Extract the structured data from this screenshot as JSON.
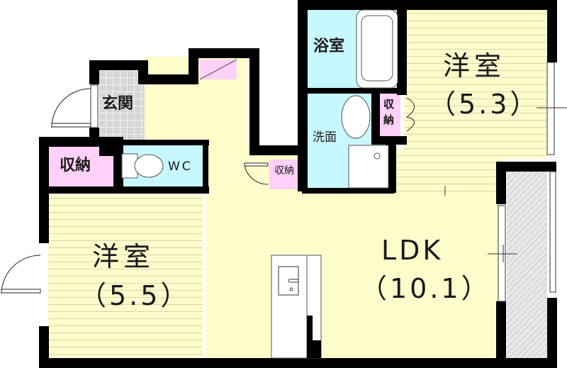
{
  "floor_plan": {
    "colors": {
      "wall": "#000000",
      "wood_floor": "#fffccc",
      "wood_lines": "#d8d4a8",
      "wet_area": "#c8f8ff",
      "storage": "#ffd0f8",
      "entrance_tile": "#d8d8d8",
      "balcony": "#e0e0e0"
    },
    "rooms": {
      "western_room_ne": {
        "name": "洋室",
        "area": "（5.3）"
      },
      "western_room_sw": {
        "name": "洋室",
        "area": "（5.5）"
      },
      "ldk": {
        "name": "LDK",
        "area": "（10.1）"
      },
      "bathroom": {
        "name": "浴室"
      },
      "washroom": {
        "name": "洗面"
      },
      "entrance": {
        "name": "玄関"
      },
      "toilet": {
        "name": "WC"
      },
      "storage_west": {
        "name": "収納"
      },
      "storage_hall": {
        "name": "収納"
      },
      "storage_ne": {
        "line1": "収",
        "line2": "納"
      }
    }
  }
}
